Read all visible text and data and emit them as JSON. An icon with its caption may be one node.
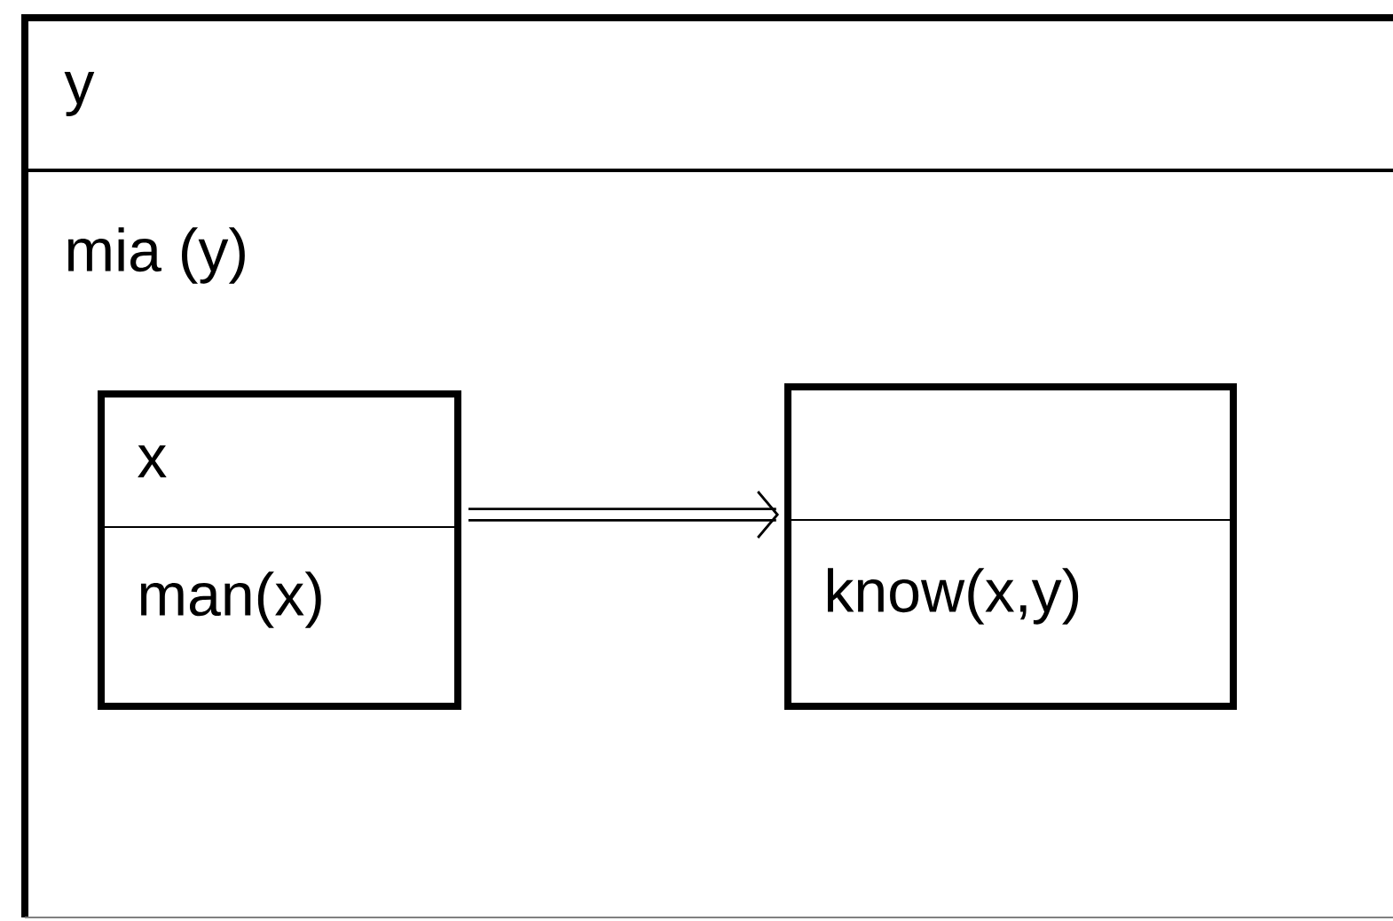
{
  "diagram": {
    "nodes": [
      {
        "text": [
          "y",
          "mia (y)"
        ]
      },
      {
        "text": [
          "x",
          "man(x)"
        ],
        "in": 0
      },
      {
        "text": [
          "know(x,y)"
        ],
        "in": 0
      }
    ],
    "edges": [
      {
        "from": 1,
        "to": 2,
        "arrow": "to"
      }
    ]
  }
}
